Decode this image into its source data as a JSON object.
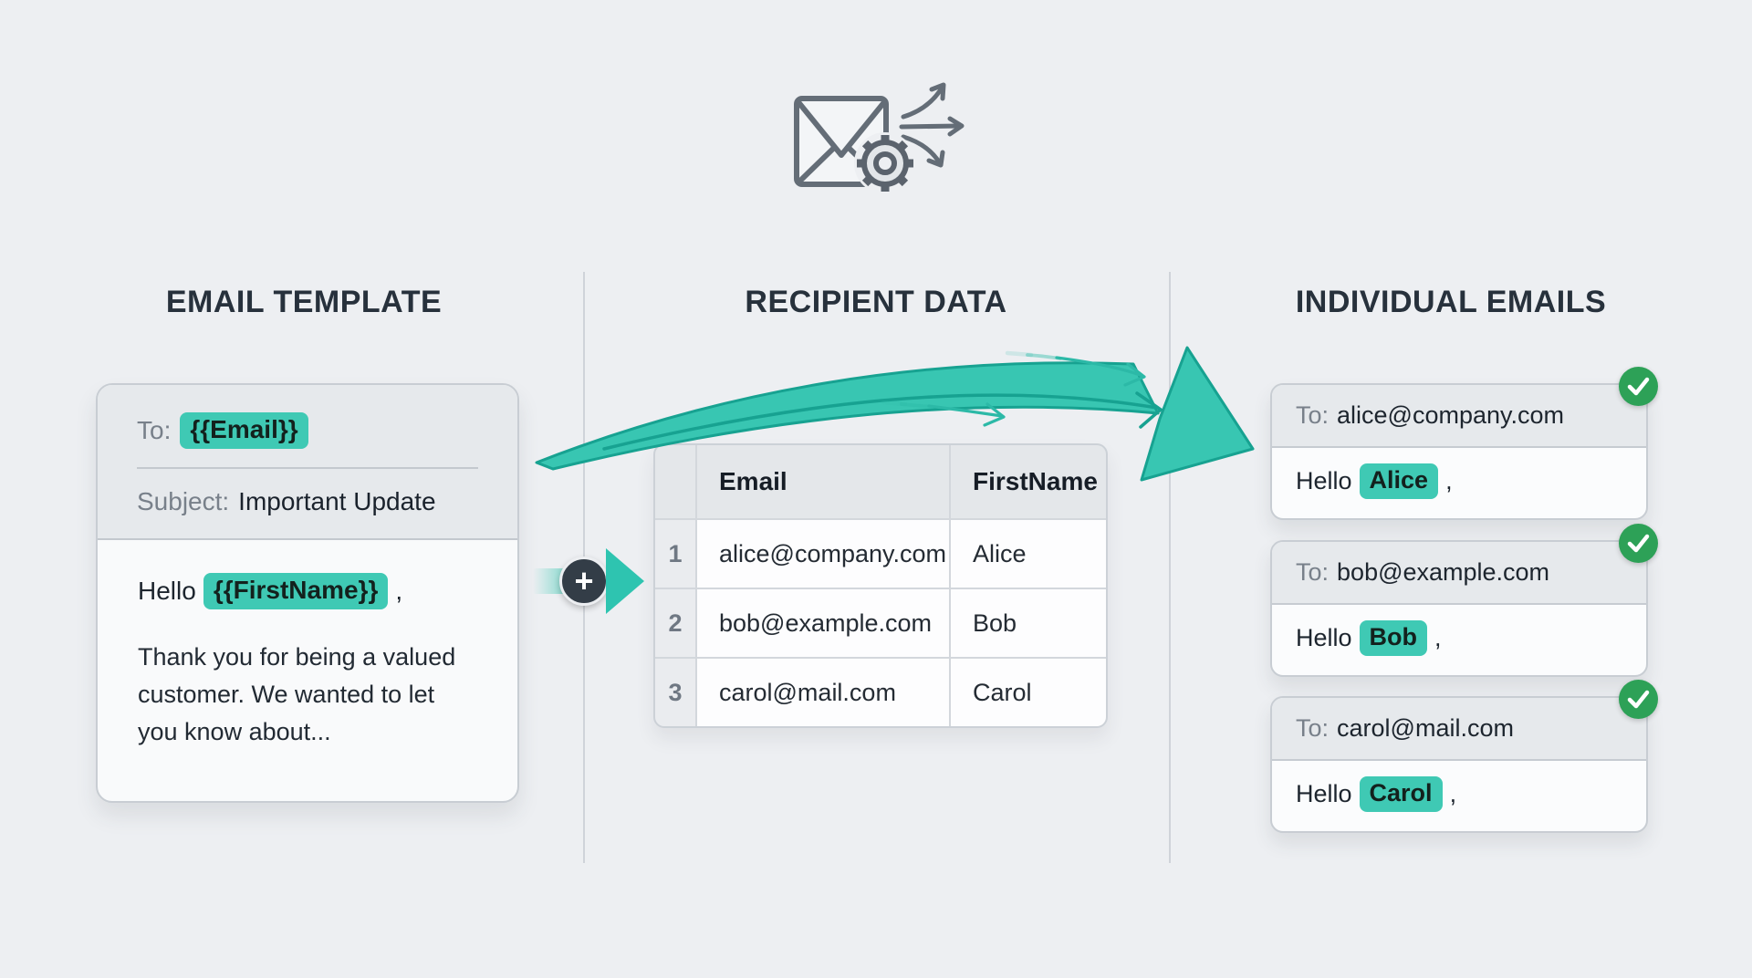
{
  "page": {
    "background": "#EDEFF2"
  },
  "colors": {
    "accent_teal": "#3FC9B4",
    "arrow_teal": "#36C5B1",
    "arrow_outline": "#17A291",
    "badge_green": "#2DA157",
    "heading_text": "#27313C",
    "card_header_bg": "#E6E9EC"
  },
  "hero": {
    "icon": "envelope-gear-split-arrows"
  },
  "sections": {
    "left_title": "EMAIL TEMPLATE",
    "middle_title": "RECIPIENT DATA",
    "right_title": "INDIVIDUAL EMAILS"
  },
  "template_card": {
    "to_label": "To:",
    "to_token": "{{Email}}",
    "subject_label": "Subject:",
    "subject_value": "Important Update",
    "greeting_prefix": "Hello",
    "greeting_token": "{{FirstName}}",
    "greeting_suffix": ",",
    "body_text": "Thank you for being a valued customer. We wanted to let you know about..."
  },
  "merge": {
    "plus_label": "+"
  },
  "table": {
    "headers": {
      "email": "Email",
      "first_name": "FirstName"
    },
    "rows": [
      {
        "num": "1",
        "email": "alice@company.com",
        "first_name": "Alice"
      },
      {
        "num": "2",
        "email": "bob@example.com",
        "first_name": "Bob"
      },
      {
        "num": "3",
        "email": "carol@mail.com",
        "first_name": "Carol"
      }
    ]
  },
  "emails": [
    {
      "to_label": "To:",
      "to_value": "alice@company.com",
      "greeting_prefix": "Hello",
      "name": "Alice",
      "greeting_suffix": ","
    },
    {
      "to_label": "To:",
      "to_value": "bob@example.com",
      "greeting_prefix": "Hello",
      "name": "Bob",
      "greeting_suffix": ","
    },
    {
      "to_label": "To:",
      "to_value": "carol@mail.com",
      "greeting_prefix": "Hello",
      "name": "Carol",
      "greeting_suffix": ","
    }
  ]
}
